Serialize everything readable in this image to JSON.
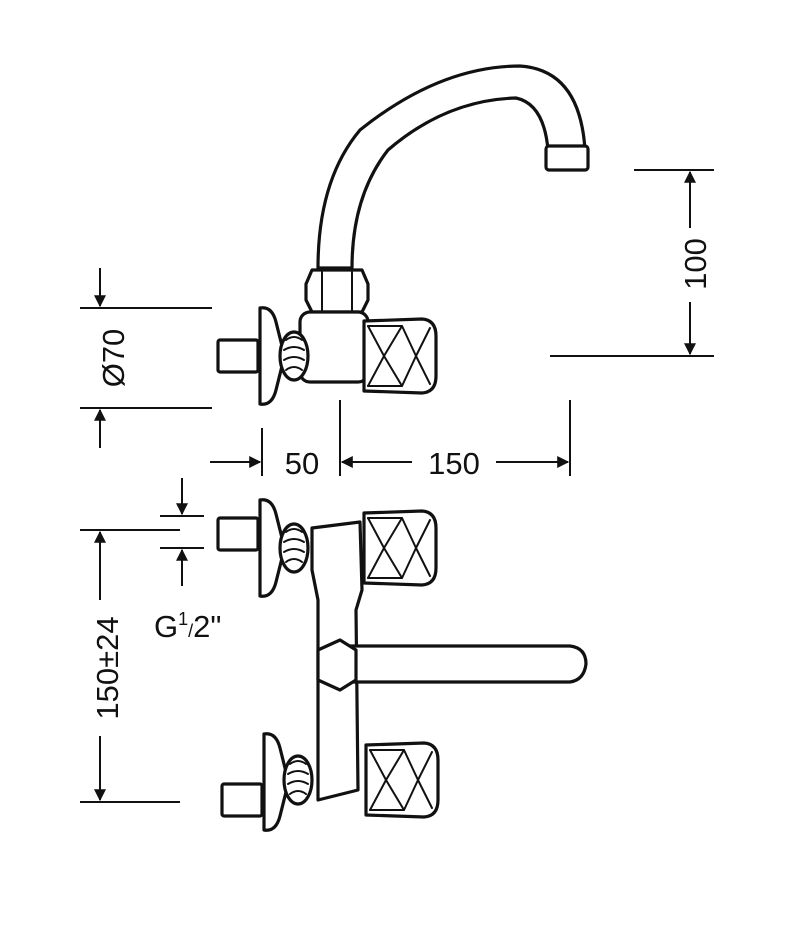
{
  "dimensions": {
    "diameter": "Ø70",
    "projection": "50",
    "spout_reach": "150",
    "spout_height": "100",
    "centres": "150±24",
    "thread": {
      "base": "G",
      "num": "1",
      "sep": "/",
      "den": "2",
      "suffix": "\""
    }
  }
}
